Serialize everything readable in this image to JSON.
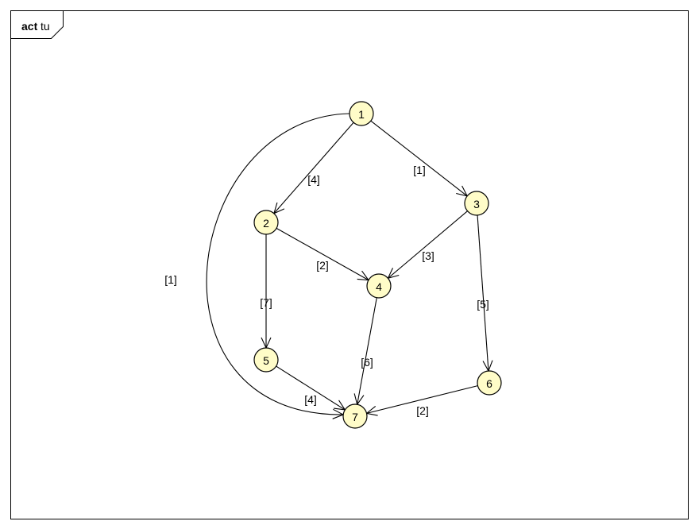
{
  "frame": {
    "kind": "act",
    "name": "tu"
  },
  "colors": {
    "node_fill": "#fffcc8",
    "stroke": "#000000",
    "background": "#ffffff"
  },
  "nodes": [
    {
      "id": "1",
      "label": "1"
    },
    {
      "id": "2",
      "label": "2"
    },
    {
      "id": "3",
      "label": "3"
    },
    {
      "id": "4",
      "label": "4"
    },
    {
      "id": "5",
      "label": "5"
    },
    {
      "id": "6",
      "label": "6"
    },
    {
      "id": "7",
      "label": "7"
    }
  ],
  "edges": [
    {
      "from": "1",
      "to": "2",
      "label": "[4]"
    },
    {
      "from": "1",
      "to": "3",
      "label": "[1]"
    },
    {
      "from": "1",
      "to": "7",
      "label": "[1]"
    },
    {
      "from": "2",
      "to": "4",
      "label": "[2]"
    },
    {
      "from": "2",
      "to": "5",
      "label": "[7]"
    },
    {
      "from": "3",
      "to": "4",
      "label": "[3]"
    },
    {
      "from": "3",
      "to": "6",
      "label": "[5]"
    },
    {
      "from": "4",
      "to": "7",
      "label": "[6]"
    },
    {
      "from": "5",
      "to": "7",
      "label": "[4]"
    },
    {
      "from": "6",
      "to": "7",
      "label": "[2]"
    }
  ]
}
